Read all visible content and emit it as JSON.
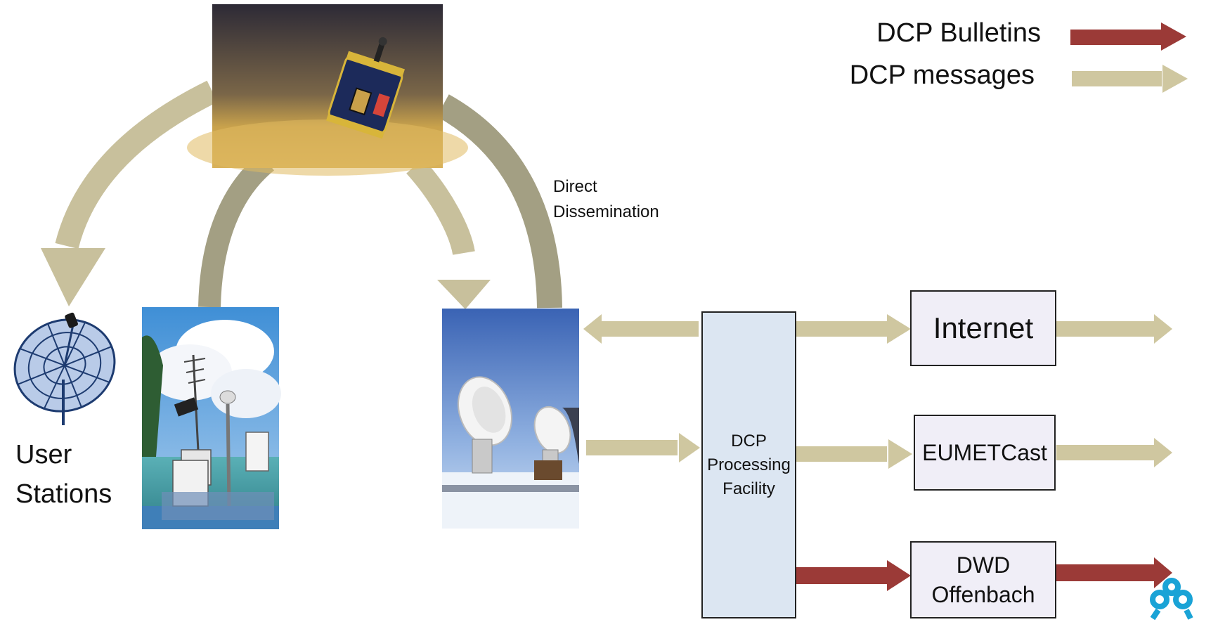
{
  "legend": {
    "bulletins": {
      "label": "DCP Bulletins",
      "color": "#9b3a37"
    },
    "messages": {
      "label": "DCP messages",
      "color": "#cfc7a0"
    }
  },
  "labels": {
    "direct_dissemination_line1": "Direct",
    "direct_dissemination_line2": "Dissemination",
    "user_stations_line1": "User",
    "user_stations_line2": "Stations"
  },
  "boxes": {
    "processing_line1": "DCP",
    "processing_line2": "Processing",
    "processing_line3": "Facility",
    "internet": "Internet",
    "eumetcast": "EUMETCast",
    "dwd_line1": "DWD",
    "dwd_line2": "Offenbach"
  },
  "colors": {
    "arc_dark": "#a39f83",
    "arc_light": "#c8c09c",
    "logo": "#1aa3d6"
  },
  "icons": {
    "satellite": "satellite-photo",
    "dish": "satellite-dish-icon",
    "weather_station": "weather-station-photo",
    "ground_station": "ground-station-photo",
    "logo": "organization-logo"
  }
}
